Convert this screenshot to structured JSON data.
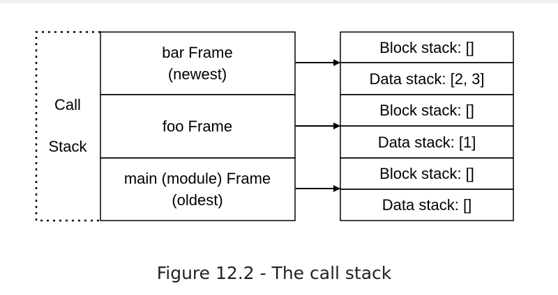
{
  "diagram": {
    "call_stack_label_line1": "Call",
    "call_stack_label_line2": "Stack",
    "frames": [
      {
        "line1": "bar Frame",
        "line2": "(newest)"
      },
      {
        "line1": "foo Frame",
        "line2": ""
      },
      {
        "line1": "main (module) Frame",
        "line2": "(oldest)"
      }
    ],
    "stacks": [
      {
        "block": "Block stack: []",
        "data": "Data stack: [2, 3]"
      },
      {
        "block": "Block stack: []",
        "data": "Data stack: [1]"
      },
      {
        "block": "Block stack: []",
        "data": "Data stack: []"
      }
    ]
  },
  "caption": "Figure 12.2 - The call stack"
}
